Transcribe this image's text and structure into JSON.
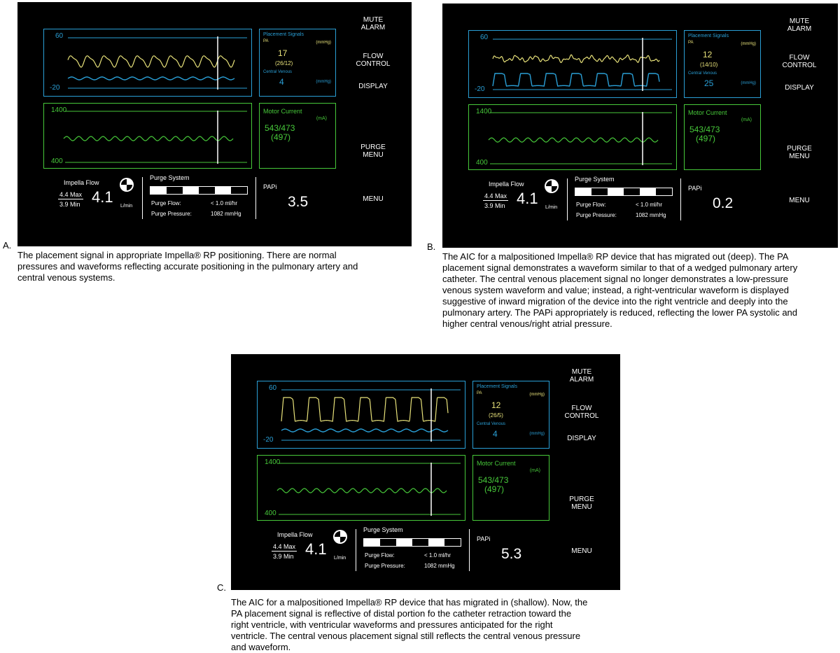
{
  "labels": {
    "placement_signals": "Placement Signals",
    "pa": "PA",
    "mmhg": "(mmHg)",
    "central_venous": "Central Venous",
    "motor_current": "Motor Current",
    "ma": "(mA)",
    "impella_flow": "Impella Flow",
    "max": "4.4 Max",
    "min": "3.9 Min",
    "lmin": "L/min",
    "purge_system": "Purge System",
    "purge_flow_label": "Purge Flow:",
    "purge_flow_value": "< 1.0 ml/hr",
    "purge_pressure_label": "Purge Pressure:",
    "purge_pressure_value": "1082 mmHg",
    "papi": "PAPi",
    "scale_top_pa": "60",
    "scale_bottom_pa": "-20",
    "scale_top_mc": "1400",
    "scale_bottom_mc": "400"
  },
  "menu": {
    "mute_alarm": "MUTE ALARM",
    "flow_control": "FLOW CONTROL",
    "display": "DISPLAY",
    "purge_menu": "PURGE MENU",
    "menu": "MENU"
  },
  "colors": {
    "blue": "#2a9fd6",
    "yellow": "#e8e27a",
    "green": "#47c93a",
    "white": "#ffffff",
    "background": "#000000"
  },
  "panels": [
    {
      "letter": "A.",
      "pa_value": "17",
      "pa_sub": "(26/12)",
      "cv_value": "4",
      "motor_value": "543/473",
      "motor_sub": "(497)",
      "flow": "4.1",
      "papi": "3.5",
      "pa_wave": "normal",
      "cv_wave": "normal",
      "caption": "The placement signal in appropriate Impella® RP positioning. There are normal pressures and waveforms reflecting accurate positioning in the pulmonary artery and central venous systems."
    },
    {
      "letter": "B.",
      "pa_value": "12",
      "pa_sub": "(14/10)",
      "cv_value": "25",
      "motor_value": "543/473",
      "motor_sub": "(497)",
      "flow": "4.1",
      "papi": "0.2",
      "pa_wave": "wedged",
      "cv_wave": "ventricular",
      "caption": "The AIC for a malpositioned Impella® RP device that has migrated out (deep). The PA placement signal demonstrates a waveform similar to that of a wedged pulmonary artery catheter. The central venous placement signal no longer demonstrates a low-pressure venous system waveform and value; instead, a right-ventricular waveform is displayed suggestive of inward migration of the device into the right ventricle and deeply into the pulmonary artery. The PAPi appropriately is reduced, reflecting the lower PA systolic and higher central venous/right atrial pressure."
    },
    {
      "letter": "C.",
      "pa_value": "12",
      "pa_sub": "(26/5)",
      "cv_value": "4",
      "motor_value": "543/473",
      "motor_sub": "(497)",
      "flow": "4.1",
      "papi": "5.3",
      "pa_wave": "ventricular",
      "cv_wave": "normal",
      "caption": "The AIC for a malpositioned Impella® RP device that has migrated in (shallow). Now, the PA placement signal is reflective of distal portion fo the catheter retraction toward the right ventricle, with ventricular waveforms and pressures anticipated for the right ventricle. The central venous placement signal still reflects the central venous pressure and waveform."
    }
  ]
}
